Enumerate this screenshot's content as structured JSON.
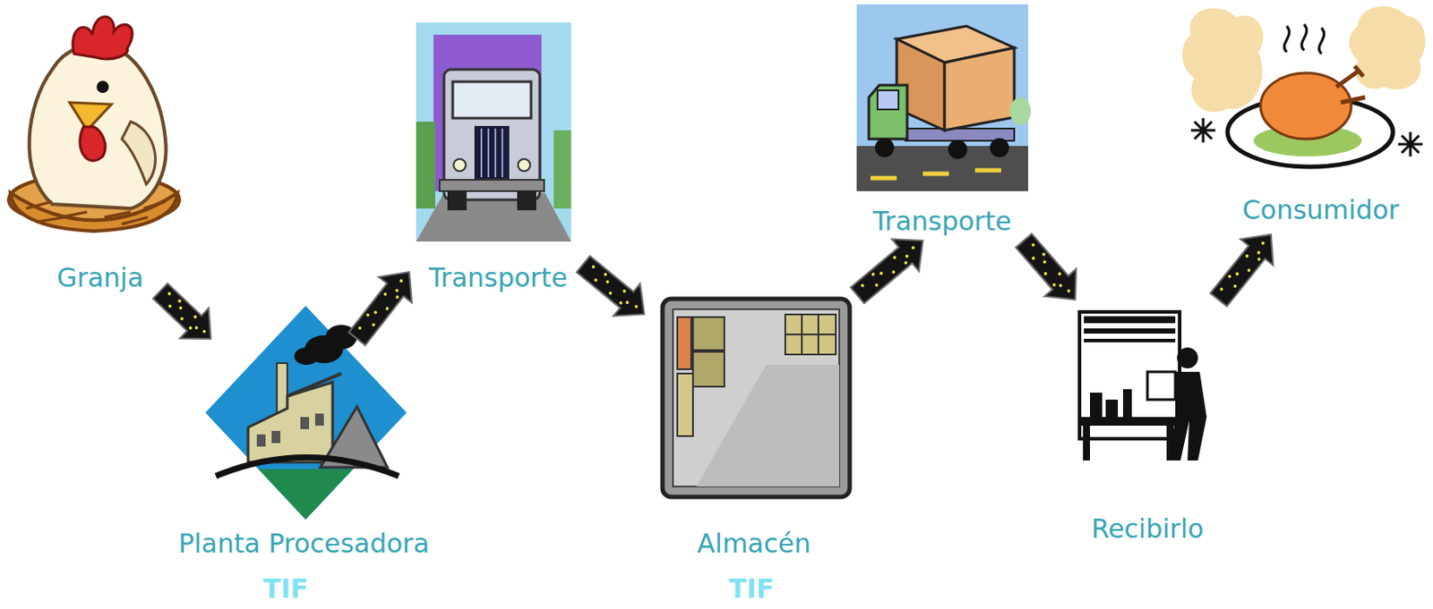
{
  "diagram": {
    "nodes": [
      {
        "text": [
          "Granja"
        ]
      },
      {
        "text": [
          "Planta Procesadora",
          "TIF"
        ]
      },
      {
        "text": [
          "Transporte"
        ]
      },
      {
        "text": [
          "Almacén",
          "TIF"
        ]
      },
      {
        "text": [
          "Transporte"
        ]
      },
      {
        "text": [
          "Recibirlo"
        ]
      },
      {
        "text": [
          "Consumidor"
        ]
      }
    ],
    "edges": [
      {
        "from": 0,
        "to": 1,
        "arrow": "to"
      },
      {
        "from": 1,
        "to": 2,
        "arrow": "to"
      },
      {
        "from": 2,
        "to": 3,
        "arrow": "to"
      },
      {
        "from": 3,
        "to": 4,
        "arrow": "to"
      },
      {
        "from": 4,
        "to": 5,
        "arrow": "to"
      },
      {
        "from": 5,
        "to": 6,
        "arrow": "to"
      }
    ]
  }
}
